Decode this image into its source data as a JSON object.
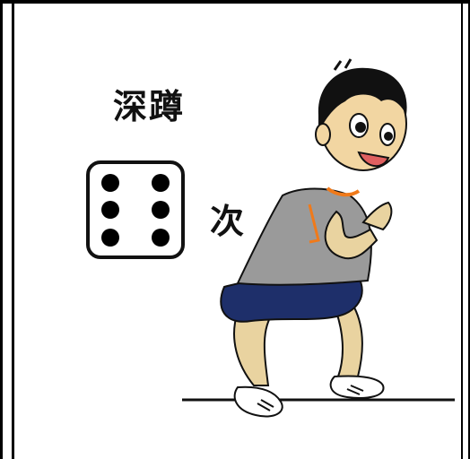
{
  "exercise": {
    "title": "深蹲",
    "count_unit": "次",
    "dice_value": 6
  },
  "icons": {
    "dice": "dice-six-icon",
    "figure": "squatting-boy-illustration"
  },
  "colors": {
    "shirt": "#9a9a9a",
    "shirt_trim": "#f07a1a",
    "shorts": "#1e2f6a",
    "skin": "#f2d6a2",
    "hair": "#111111"
  }
}
